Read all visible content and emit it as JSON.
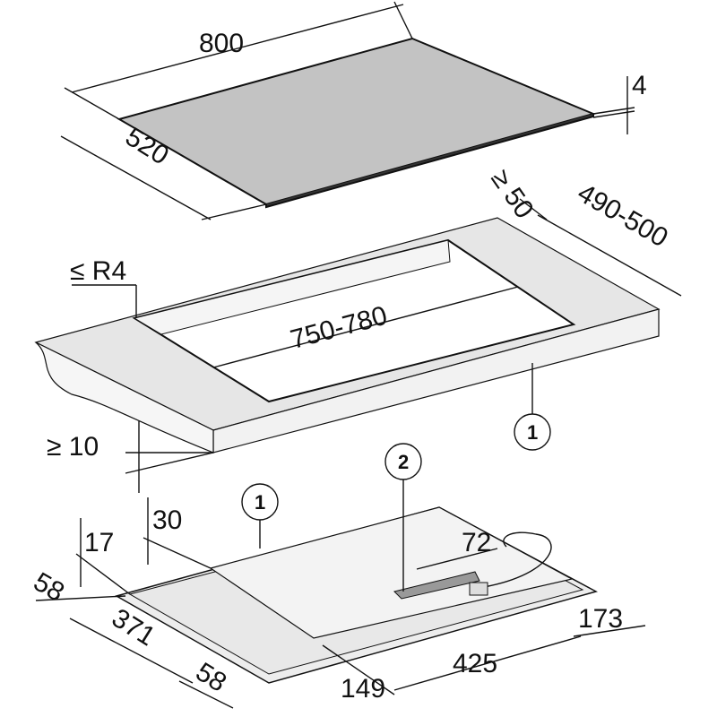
{
  "title": "Induction hob installation dimensions",
  "colors": {
    "glass": "#c3c3c3",
    "worktop": "#e6e6e6",
    "worktop_side": "#f2f2f2",
    "hob": "#ededed",
    "line": "#111111"
  },
  "glass_plate": {
    "width": "800",
    "depth": "520",
    "thickness": "4"
  },
  "worktop": {
    "min_rear_distance": "≥ 50",
    "cutout_depth": "490-500",
    "corner_radius": "≤ R4",
    "cutout_width": "750-780",
    "min_front_distance": "≥ 10",
    "callout": "1"
  },
  "hob": {
    "callout_1": "1",
    "callout_2": "2",
    "height_below": "30",
    "frame_height": "17",
    "connection_offset": "72",
    "front_frame": "58",
    "left_width": "371",
    "right_offset": "173",
    "right_width": "425",
    "side_frame": "58",
    "center_offset": "149"
  }
}
